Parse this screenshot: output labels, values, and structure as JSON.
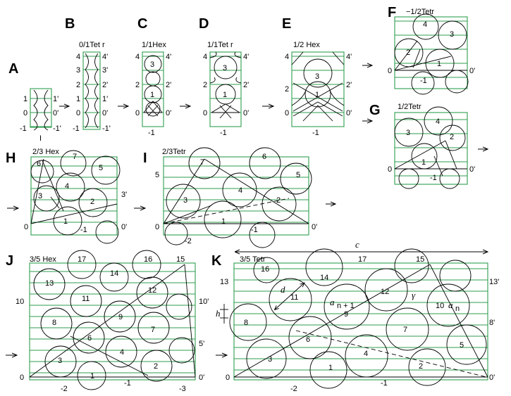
{
  "panels": [
    {
      "id": "A",
      "label": "A",
      "title": "",
      "left": [
        "1",
        "0",
        "-1"
      ],
      "right": [
        "1'",
        "0'",
        "-1'"
      ],
      "bottom": [],
      "extra": [
        "I"
      ]
    },
    {
      "id": "B",
      "label": "B",
      "title": "0/1Tet r",
      "left": [
        "4",
        "3",
        "2",
        "1",
        "0",
        "-1"
      ],
      "right": [
        "4'",
        "3'",
        "2'",
        "1'",
        "0'",
        "-1'"
      ],
      "bottom": []
    },
    {
      "id": "C",
      "label": "C",
      "title": "1/1Hex",
      "left": [
        "4",
        "2",
        "0"
      ],
      "right": [
        "4'",
        "2'",
        "0'"
      ],
      "bottom": [
        "-1"
      ],
      "circles": [
        "3",
        "1"
      ]
    },
    {
      "id": "D",
      "label": "D",
      "title": "1/1Tet r",
      "left": [
        "4",
        "2",
        "0"
      ],
      "right": [
        "4'",
        "2'",
        "0'"
      ],
      "bottom": [
        "-1"
      ],
      "circles": [
        "3",
        "1"
      ]
    },
    {
      "id": "E",
      "label": "E",
      "title": "1/2 Hex",
      "left": [
        "4",
        "2",
        "0"
      ],
      "right": [
        "4'",
        "2'",
        "0'"
      ],
      "bottom": [
        "-1"
      ],
      "circles": [
        "3",
        "1"
      ]
    },
    {
      "id": "F",
      "label": "F",
      "title": "−1/2Tetr",
      "left": [
        "0"
      ],
      "right": [
        "0'"
      ],
      "bottom": [
        "-1"
      ],
      "circles": [
        "4",
        "3",
        "2",
        "1"
      ]
    },
    {
      "id": "G",
      "label": "G",
      "title": "1/2Tetr",
      "left": [
        "0"
      ],
      "right": [
        "0'"
      ],
      "bottom": [
        "-1"
      ],
      "circles": [
        "4",
        "3",
        "2",
        "1"
      ]
    },
    {
      "id": "H",
      "label": "H",
      "title": "2/3 Hex",
      "left": [
        "0"
      ],
      "right": [
        "3'",
        "0'"
      ],
      "bottom": [
        "-1"
      ],
      "circles": [
        "7",
        "6",
        "5",
        "4",
        "3",
        "2",
        "1"
      ]
    },
    {
      "id": "I",
      "label": "I",
      "title": "2/3Tetr",
      "left": [
        "5",
        "0"
      ],
      "right": [
        "0'"
      ],
      "bottom": [
        "-2",
        "-1"
      ],
      "circles": [
        "7",
        "6",
        "5",
        "4",
        "3",
        "2",
        "1"
      ]
    },
    {
      "id": "J",
      "label": "J",
      "title": "3/5 Hex",
      "left": [
        "10",
        "0"
      ],
      "right": [
        "10'",
        "5'",
        "0'"
      ],
      "bottom": [
        "-2",
        "-1",
        "-3"
      ],
      "circles": [
        "17",
        "16",
        "15",
        "14",
        "13",
        "12",
        "11",
        "9",
        "8",
        "7",
        "6",
        "4",
        "3",
        "2",
        "1"
      ]
    },
    {
      "id": "K",
      "label": "K",
      "title": "3/5 Tetr",
      "left": [
        "13",
        "8",
        "0"
      ],
      "right": [
        "13'",
        "8'",
        "0'"
      ],
      "bottom": [
        "-2",
        "-1"
      ],
      "circles": [
        "17",
        "16",
        "15",
        "14",
        "12",
        "11",
        "10",
        "9",
        "7",
        "6",
        "5",
        "4",
        "3",
        "2",
        "1"
      ],
      "annotations": {
        "c": "c",
        "d": "d",
        "h": "h",
        "gamma": "γ",
        "an1": "a",
        "an1_sub": "n + 1",
        "an": "a",
        "an_sub": "n"
      }
    }
  ],
  "colors": {
    "lines": "#2e9e4e",
    "ink": "#000000"
  },
  "icons": [
    "arrow-right-icon"
  ]
}
